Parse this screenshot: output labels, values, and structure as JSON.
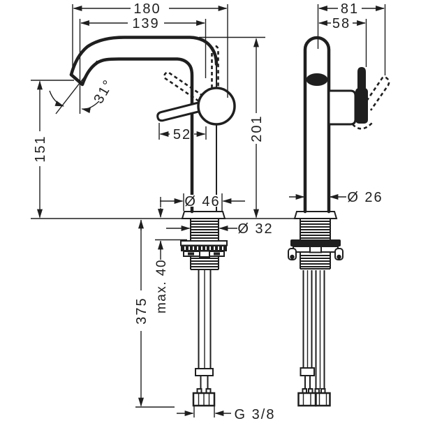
{
  "colors": {
    "background": "#ffffff",
    "line": "#1f1f1f",
    "text": "#1f1f1f"
  },
  "labels": {
    "overall_reach": "180",
    "spout_reach": "139",
    "side_depth": "81",
    "handle_depth": "58",
    "spout_height": "151",
    "total_height": "201",
    "lever_length": "52",
    "spray_angle": "31°",
    "base_diameter": "Ø 46",
    "shank_diameter": "Ø 32",
    "body_diameter": "Ø 26",
    "max_mounting_thickness": "max. 40",
    "hose_length": "375",
    "hose_thread": "G 3/8"
  }
}
